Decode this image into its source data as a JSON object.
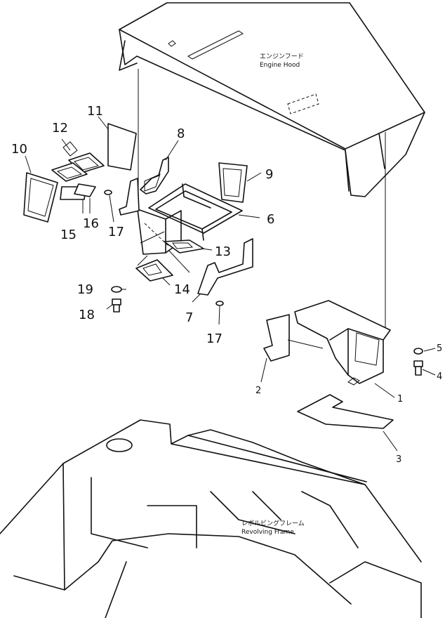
{
  "hood_label_jp": "エンジンフード",
  "hood_label_en": "Engine Hood",
  "frame_label_jp": "レボルビングフレーム",
  "frame_label_en": "Revolving Frame",
  "part_numbers": {
    "p1": "1",
    "p2": "2",
    "p3": "3",
    "p4": "4",
    "p5": "5",
    "p6": "6",
    "p7": "7",
    "p8": "8",
    "p9": "9",
    "p10": "10",
    "p11": "11",
    "p12": "12",
    "p13": "13",
    "p14": "14",
    "p15": "15",
    "p16": "16",
    "p17a": "17",
    "p17b": "17",
    "p18": "18",
    "p19": "19"
  }
}
